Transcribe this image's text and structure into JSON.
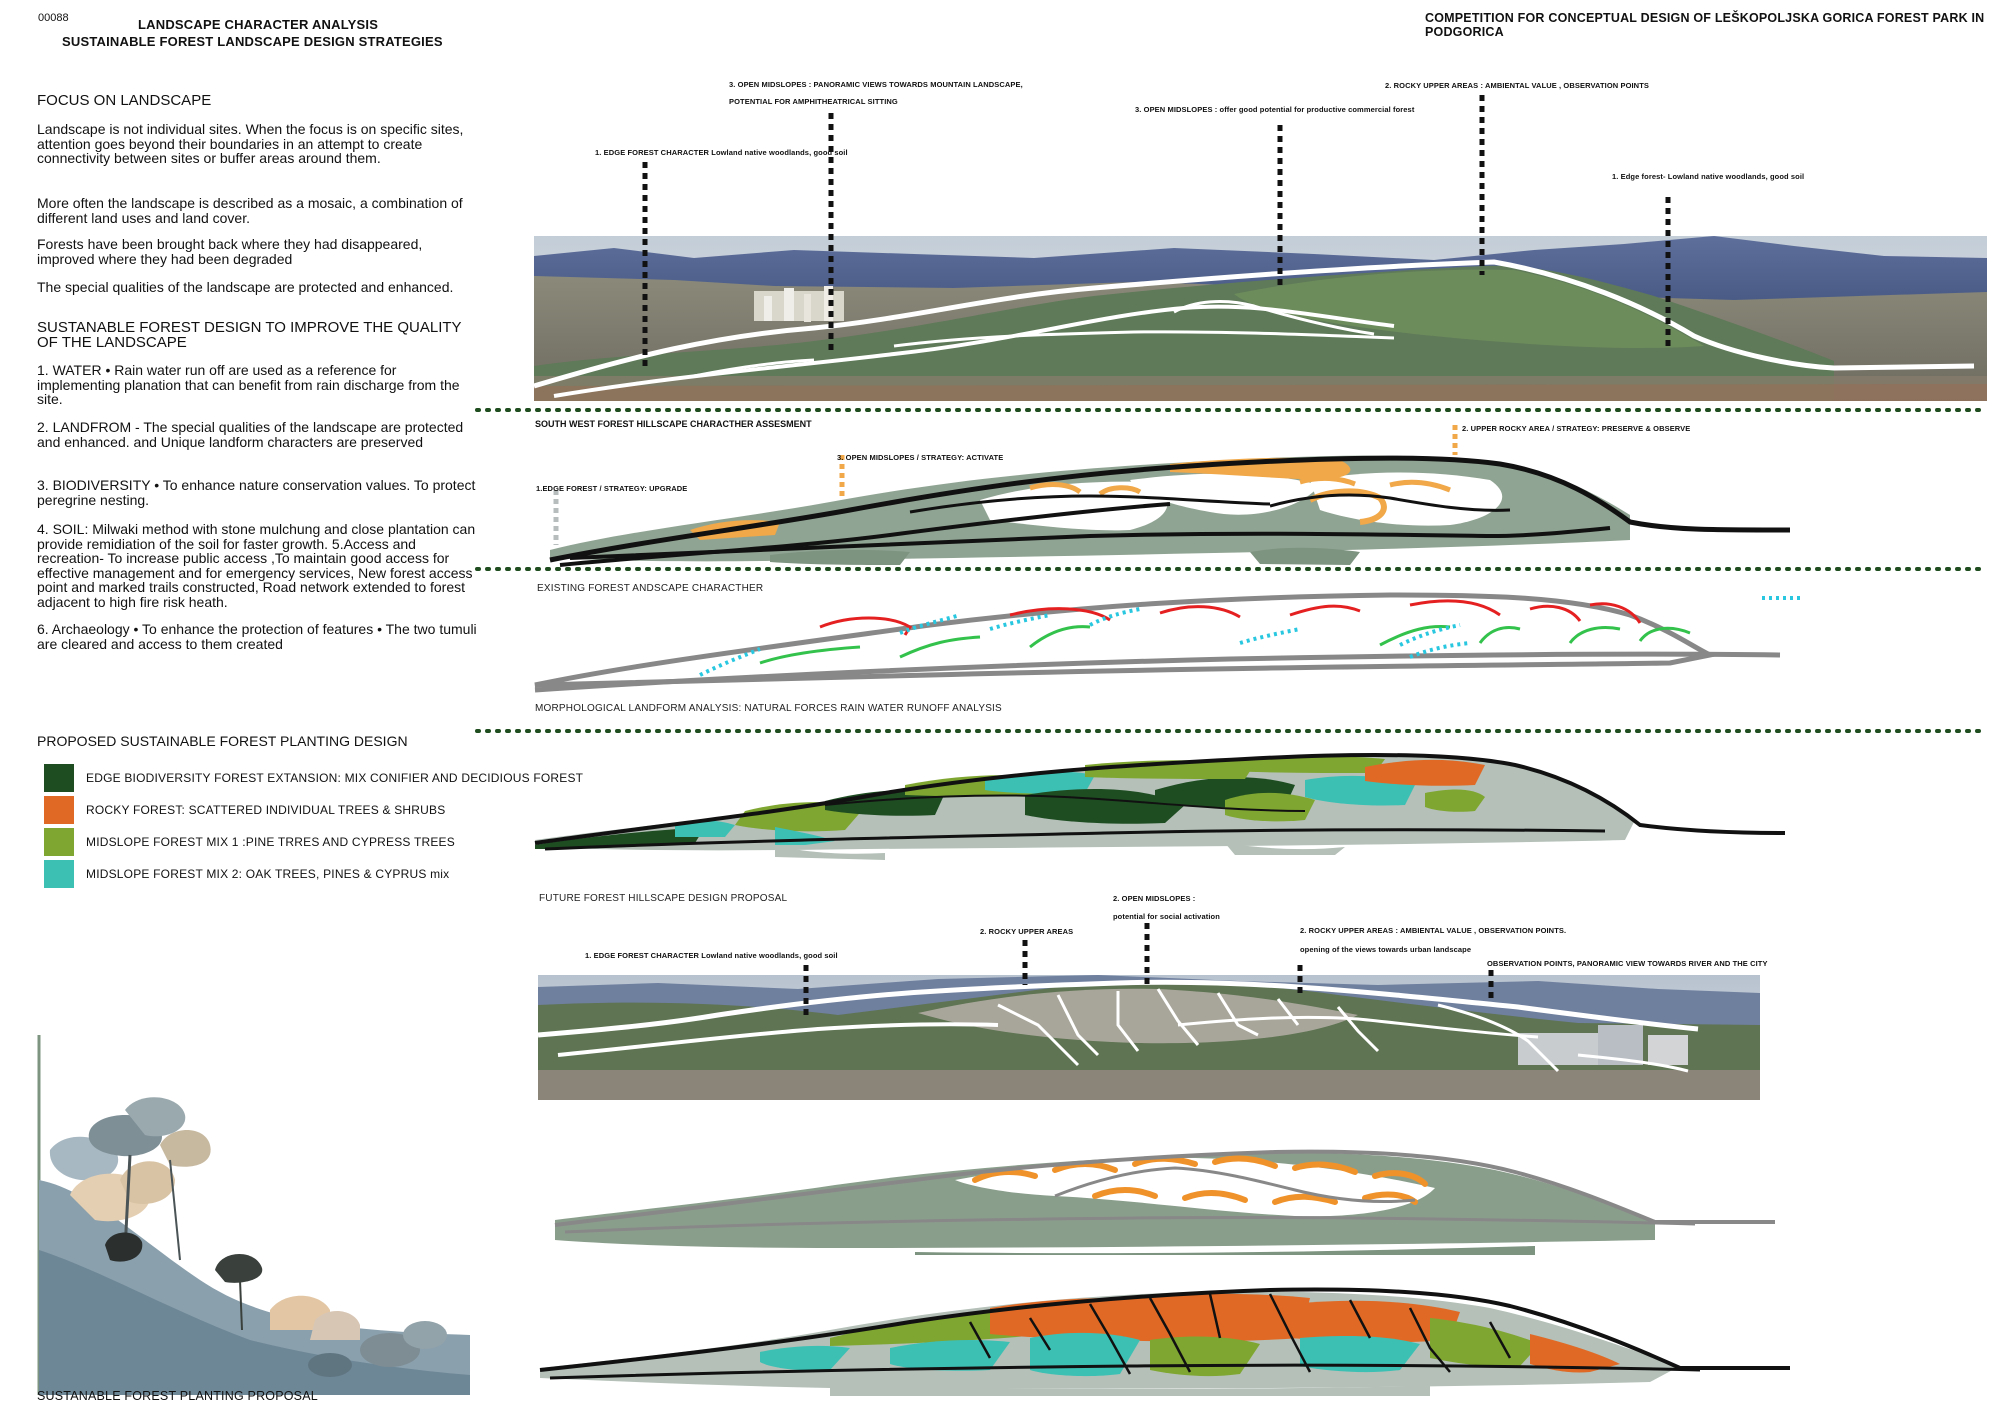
{
  "header": {
    "id": "00088",
    "title": "LANDSCAPE CHARACTER ANALYSIS",
    "subtitle": "SUSTAINABLE FOREST LANDSCAPE DESIGN STRATEGIES",
    "competition": "COMPETITION FOR CONCEPTUAL DESIGN OF LEŠKOPOLJSKA GORICA FOREST PARK IN PODGORICA"
  },
  "focus": {
    "heading": "FOCUS ON LANDSCAPE",
    "paragraphs": [
      "Landscape is not individual sites. When the focus is on specific sites, attention goes beyond their boundaries in an attempt to create connectivity between sites or buffer areas around them.",
      "More often the landscape is described as a mosaic, a combination of different land uses and land cover.",
      "Forests have been brought back where they had disappeared, improved where they had been degraded",
      "The special qualities of the landscape are protected and enhanced."
    ]
  },
  "strategy": {
    "heading": "SUSTANABLE FOREST DESIGN TO IMPROVE THE QUALITY OF THE LANDSCAPE",
    "items": [
      "1. WATER • Rain water run off are used as a reference for implementing planation that can benefit from rain discharge from the site.",
      "2. LANDFROM - The special qualities of the landscape are protected and enhanced. and Unique landform characters are preserved",
      "3. BIODIVERSITY • To enhance nature conservation values.  To protect peregrine nesting.",
      "4. SOIL: Milwaki method with stone mulchung and close plantation can provide remidiation of the soil for faster growth. 5.Access and recreation-  To increase public access ,To maintain good access for effective management and for emergency services, New forest access point and marked trails constructed, Road network extended to forest adjacent to high fire risk heath.",
      "6. Archaeology • To enhance the protection of features • The two tumuli are cleared and access to them created"
    ]
  },
  "planting": {
    "heading": "PROPOSED SUSTAINABLE FOREST PLANTING DESIGN",
    "legend": [
      {
        "label": "EDGE BIODIVERSITY FOREST EXTANSION: MIX CONIFIER AND  DECIDIOUS FOREST",
        "color": "#1e4d22"
      },
      {
        "label": "ROCKY FOREST:  SCATTERED INDIVIDUAL TREES & SHRUBS",
        "color": "#e06a25"
      },
      {
        "label": "MIDSLOPE FOREST MIX 1 :PINE TRRES AND CYPRESS TREES",
        "color": "#7fa631"
      },
      {
        "label": "MIDSLOPE FOREST MIX 2: OAK TREES, PINES & CYPRUS  mix",
        "color": "#3cc0b4"
      }
    ],
    "bottom_caption": "SUSTANABLE FOREST PLANTING PROPOSAL"
  },
  "photo1": {
    "annotations": [
      "3. OPEN MIDSLOPES : PANORAMIC VIEWS TOWARDS MOUNTAIN LANDSCAPE,",
      "POTENTIAL FOR AMPHITHEATRICAL SITTING",
      "2. ROCKY UPPER AREAS : AMBIENTAL VALUE , OBSERVATION POINTS",
      "3. OPEN MIDSLOPES : offer good potential for productive commercial forest",
      "1. EDGE FOREST CHARACTER  Lowland native woodlands, good soil",
      "1. Edge forest-  Lowland native woodlands, good soil"
    ],
    "caption": "SOUTH WEST FOREST HILLSCAPE CHARACTHER ASSESMENT"
  },
  "sketch1": {
    "annotations": [
      "2. UPPER ROCKY AREA /  STRATEGY: PRESERVE & OBSERVE",
      "3. OPEN MIDSLOPES  /  STRATEGY: ACTIVATE",
      "1.EDGE FOREST / STRATEGY: UPGRADE"
    ],
    "caption": "EXISTING FOREST ANDSCAPE CHARACTHER"
  },
  "sketch2": {
    "caption": "MORPHOLOGICAL LANDFORM ANALYSIS: NATURAL FORCES       RAIN WATER  RUNOFF ANALYSIS"
  },
  "sketch3": {
    "caption": "FUTURE FOREST HILLSCAPE DESIGN PROPOSAL"
  },
  "photo2": {
    "annotations": [
      "2. OPEN MIDSLOPES :",
      "potential for social activation",
      "2. ROCKY UPPER AREAS",
      "2. ROCKY UPPER AREAS : AMBIENTAL VALUE , OBSERVATION POINTS.",
      "opening of the views towards urban landscape",
      "1. EDGE FOREST CHARACTER  Lowland native woodlands, good soil",
      "OBSERVATION POINTS, PANORAMIC VIEW TOWARDS RIVER AND THE CITY"
    ]
  },
  "colors": {
    "edge_forest": "#1e4d22",
    "rocky_forest": "#e06a25",
    "midslope_1": "#7fa631",
    "midslope_2": "#3cc0b4",
    "sage": "#7d9480",
    "divider": "#1f4d1f"
  }
}
